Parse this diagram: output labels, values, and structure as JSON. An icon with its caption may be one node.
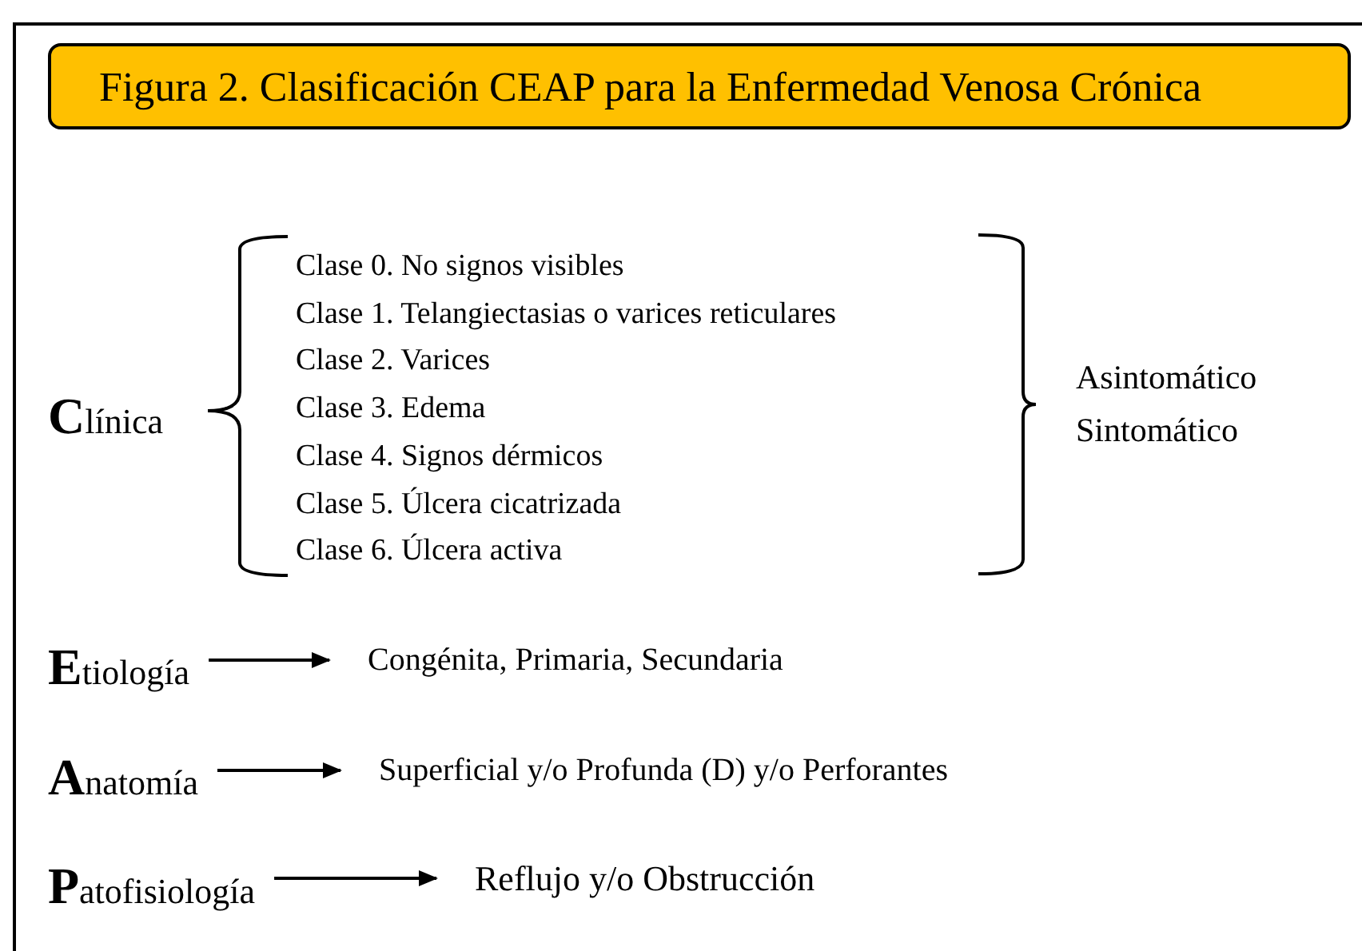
{
  "diagram": {
    "title": "Figura 2. Clasificación CEAP para la Enfermedad Venosa Crónica",
    "nodes": [
      {
        "text": [
          "**C**línica"
        ]
      },
      {
        "text": [
          "Clase 0. No signos visibles",
          "Clase 1. Telangiectasias o varices reticulares",
          "Clase 2. Varices",
          "Clase 3. Edema",
          "Clase 4. Signos dérmicos",
          "Clase 5. Úlcera cicatrizada",
          "Clase 6. Úlcera activa"
        ]
      },
      {
        "text": [
          "Asintomático",
          "Sintomático"
        ]
      },
      {
        "text": [
          "**E**tiología"
        ]
      },
      {
        "text": [
          "Congénita, Primaria, Secundaria"
        ]
      },
      {
        "text": [
          "**A**natomía"
        ]
      },
      {
        "text": [
          "Superficial y/o Profunda (D) y/o Perforantes"
        ]
      },
      {
        "text": [
          "**P**atofisiología"
        ]
      },
      {
        "text": [
          "Reflujo y/o Obstrucción"
        ]
      }
    ],
    "edges": [
      {
        "from": 3,
        "to": 4,
        "arrow": "to"
      },
      {
        "from": 5,
        "to": 6,
        "arrow": "to"
      },
      {
        "from": 7,
        "to": 8,
        "arrow": "to"
      }
    ]
  }
}
